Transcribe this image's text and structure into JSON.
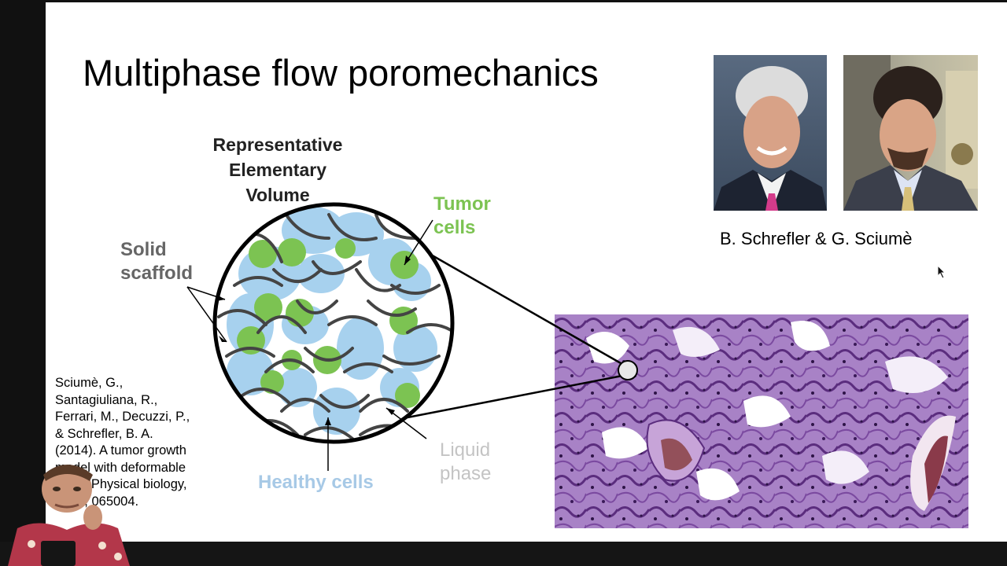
{
  "slide": {
    "title": "Multiphase flow poromechanics",
    "photo_caption": "B. Schrefler & G. Sciumè",
    "diagram": {
      "title_line1": "Representative Elementary",
      "title_line2": "Volume",
      "labels": {
        "solid_line1": "Solid",
        "solid_line2": "scaffold",
        "tumor_line1": "Tumor",
        "tumor_line2": "cells",
        "healthy": "Healthy cells",
        "liquid_line1": "Liquid",
        "liquid_line2": "phase"
      }
    },
    "citation": {
      "lines": [
        "Sciumè, G.,",
        "Santagiuliana, R.,",
        "Ferrari, M., Decuzzi, P.,",
        "& Schrefler, B. A.",
        "(2014). A tumor growth",
        "model with deformable",
        "ECM. Physical biology,",
        "11(6), 065004."
      ]
    }
  },
  "colors": {
    "tumor": "#7cc352",
    "healthy": "#a7d1ee",
    "scaffold": "#444444",
    "histology_base": "#a882c6"
  },
  "icons": {
    "cursor": "mouse-pointer-icon"
  }
}
